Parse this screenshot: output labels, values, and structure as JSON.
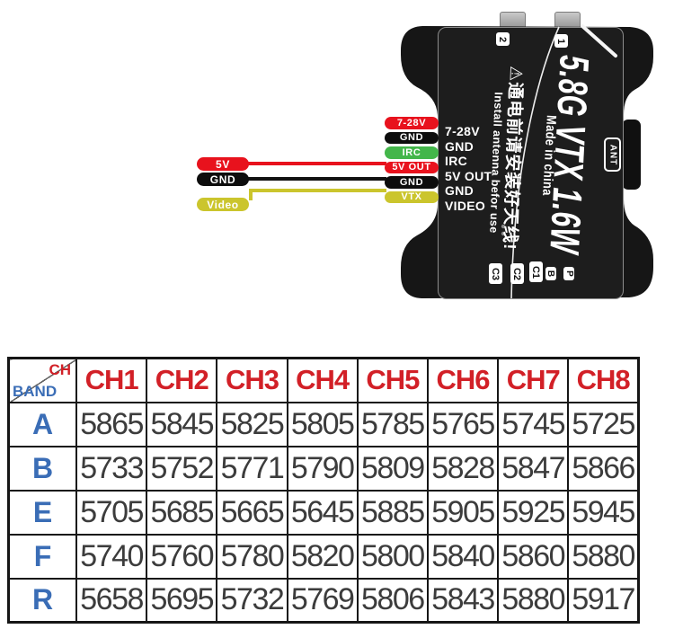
{
  "device": {
    "title": "5.8G VTX 1.6W",
    "made_in": "Made in china",
    "warning_cn": "⚠通电前请安装好天线!",
    "warning_en": "Install antenna befor use",
    "ant_label": "ANT",
    "ports": [
      "2",
      "1"
    ],
    "pin_labels": [
      "7-28V",
      "GND",
      "IRC",
      "5V OUT",
      "GND",
      "VIDEO"
    ],
    "buttons": [
      "C3",
      "C2",
      "C1",
      "B",
      "P"
    ]
  },
  "wiring": {
    "device_pins": [
      {
        "label": "7-28V",
        "color": "#e8121d"
      },
      {
        "label": "GND",
        "color": "#0d0d0d"
      },
      {
        "label": "IRC",
        "color": "#43b64a"
      },
      {
        "label": "5V OUT",
        "color": "#e8121d"
      },
      {
        "label": "GND",
        "color": "#0d0d0d"
      },
      {
        "label": "VTX",
        "color": "#cbc52d"
      }
    ],
    "input_pins": [
      {
        "label": "5V",
        "color": "#e8121d"
      },
      {
        "label": "GND",
        "color": "#0d0d0d"
      },
      {
        "label": "Video",
        "color": "#cbc52d"
      }
    ],
    "wire_colors": {
      "v5": "#e8121d",
      "gnd": "#111111",
      "video": "#cbc52d"
    }
  },
  "table": {
    "corner": {
      "top_right": "CH",
      "bottom_left": "BAND"
    },
    "channel_headers": [
      "CH1",
      "CH2",
      "CH3",
      "CH4",
      "CH5",
      "CH6",
      "CH7",
      "CH8"
    ],
    "bands": [
      {
        "band": "A",
        "values": [
          5865,
          5845,
          5825,
          5805,
          5785,
          5765,
          5745,
          5725
        ]
      },
      {
        "band": "B",
        "values": [
          5733,
          5752,
          5771,
          5790,
          5809,
          5828,
          5847,
          5866
        ]
      },
      {
        "band": "E",
        "values": [
          5705,
          5685,
          5665,
          5645,
          5885,
          5905,
          5925,
          5945
        ]
      },
      {
        "band": "F",
        "values": [
          5740,
          5760,
          5780,
          5820,
          5800,
          5840,
          5860,
          5880
        ]
      },
      {
        "band": "R",
        "values": [
          5658,
          5695,
          5732,
          5769,
          5806,
          5843,
          5880,
          5917
        ]
      }
    ],
    "colors": {
      "header_red": "#d22027",
      "band_blue": "#3a6db6",
      "value": "#3c3c3c"
    }
  }
}
